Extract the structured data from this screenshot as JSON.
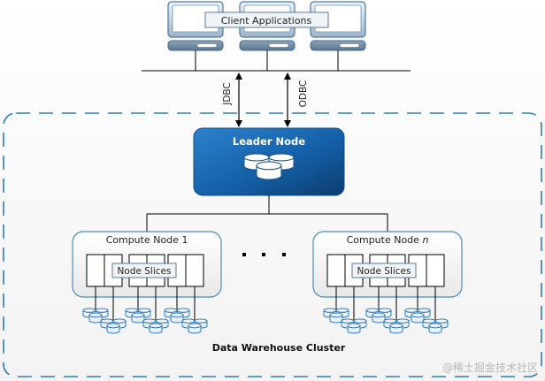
{
  "diagram": {
    "client_apps_label": "Client Applications",
    "connections": [
      {
        "label": "JDBC"
      },
      {
        "label": "ODBC"
      }
    ],
    "leader_node_label": "Leader Node",
    "compute_nodes": [
      {
        "label_prefix": "Compute Node ",
        "label_suffix": "1",
        "italic_suffix": false,
        "slices_label": "Node Slices"
      },
      {
        "label_prefix": "Compute Node ",
        "label_suffix": "n",
        "italic_suffix": true,
        "slices_label": "Node Slices"
      }
    ],
    "ellipsis": "· · ·",
    "cluster_label": "Data Warehouse Cluster",
    "watermark": "@稀土掘金技术社区"
  },
  "colors": {
    "accent_blue": "#1e6fb8",
    "leader_dark": "#0d4a82",
    "dash_blue": "#2f7ab8",
    "node_border": "#4a8cc4"
  }
}
